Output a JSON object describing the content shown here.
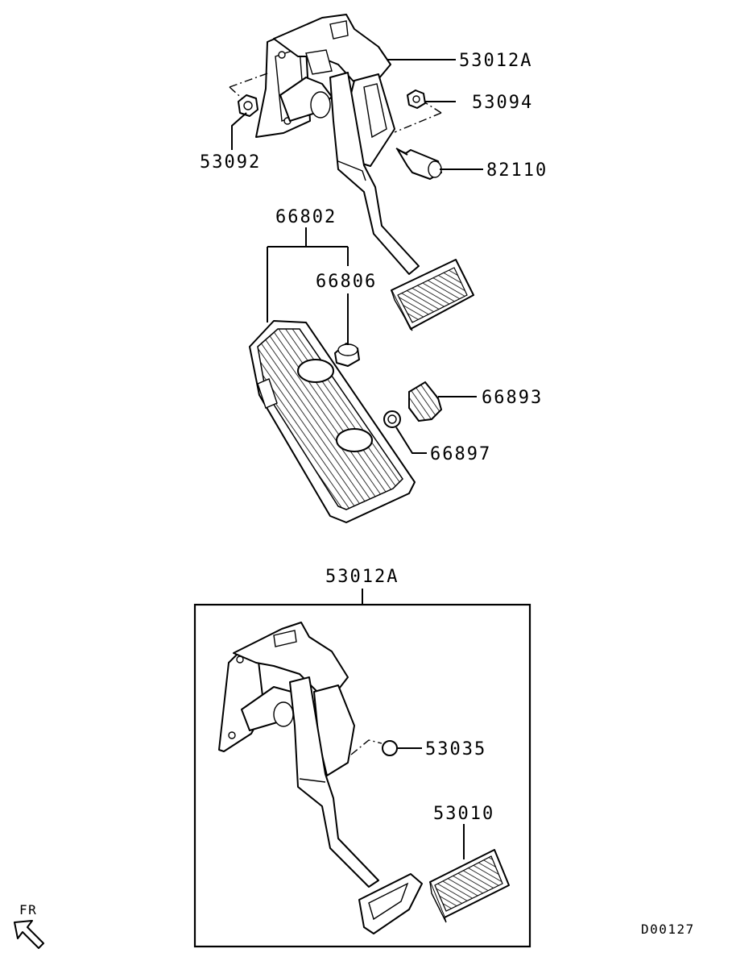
{
  "callouts": {
    "bracket_assy_top": "53012A",
    "nut_right": "53094",
    "nut_left": "53092",
    "stop_lamp_switch": "82110",
    "accel_pedal": "66802",
    "accel_stopper": "66806",
    "pedal_cover": "66893",
    "pedal_bushing": "66897",
    "bracket_assy_box": "53012A",
    "pedal_bumper": "53035",
    "pedal_pad": "53010"
  },
  "direction_indicator": "FR",
  "drawing_code": "D00127"
}
